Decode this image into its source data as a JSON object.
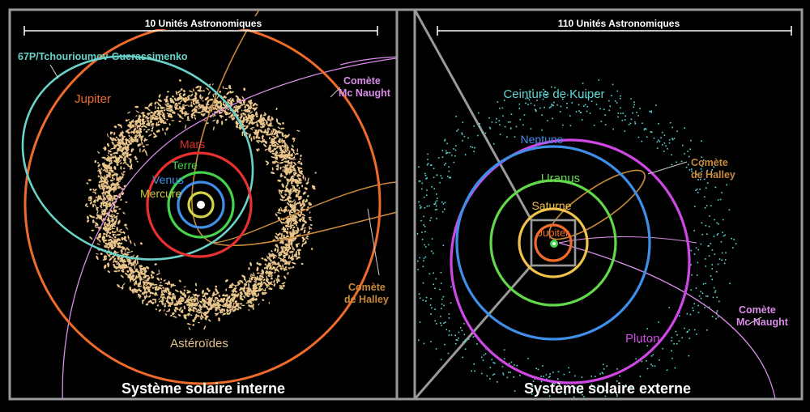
{
  "colors": {
    "frame": "#9a9a9a",
    "mercure": "#d4d24a",
    "venus": "#3f8fe8",
    "terre": "#44d34a",
    "mars": "#e8312f",
    "jupiter": "#ee6b2a",
    "saturne": "#f2c24a",
    "uranus": "#62d94a",
    "neptune": "#3f8fe8",
    "pluton": "#cf48e6",
    "asteroids": "#e8c48a",
    "kuiper": "#5fd6d6",
    "tchouri": "#69d3c8",
    "mcnaught": "#d98ce8",
    "halley": "#c8893a"
  },
  "left_panel": {
    "scale_label": "10 Unités Astronomiques",
    "title": "Système solaire interne",
    "labels": {
      "tchouri": "67P/Tchourioumov-Guerassimenko",
      "jupiter": "Jupiter",
      "mcnaught_line1": "Comète",
      "mcnaught_line2": "Mc Naught",
      "mars": "Mars",
      "terre": "Terre",
      "venus": "Venus",
      "mercure": "Mercure",
      "halley_line1": "Comète",
      "halley_line2": "de Halley",
      "asteroids": "Astéroïdes"
    }
  },
  "right_panel": {
    "scale_label": "110 Unités Astronomiques",
    "title": "Système solaire externe",
    "labels": {
      "kuiper": "Ceinture de Kuiper",
      "neptune": "Neptune",
      "uranus": "Uranus",
      "saturne": "Saturne",
      "jupiter": "Jupiter",
      "halley_line1": "Comète",
      "halley_line2": "de Halley",
      "mcnaught_line1": "Comète",
      "mcnaught_line2": "Mc Naught",
      "pluton": "Pluton"
    }
  }
}
